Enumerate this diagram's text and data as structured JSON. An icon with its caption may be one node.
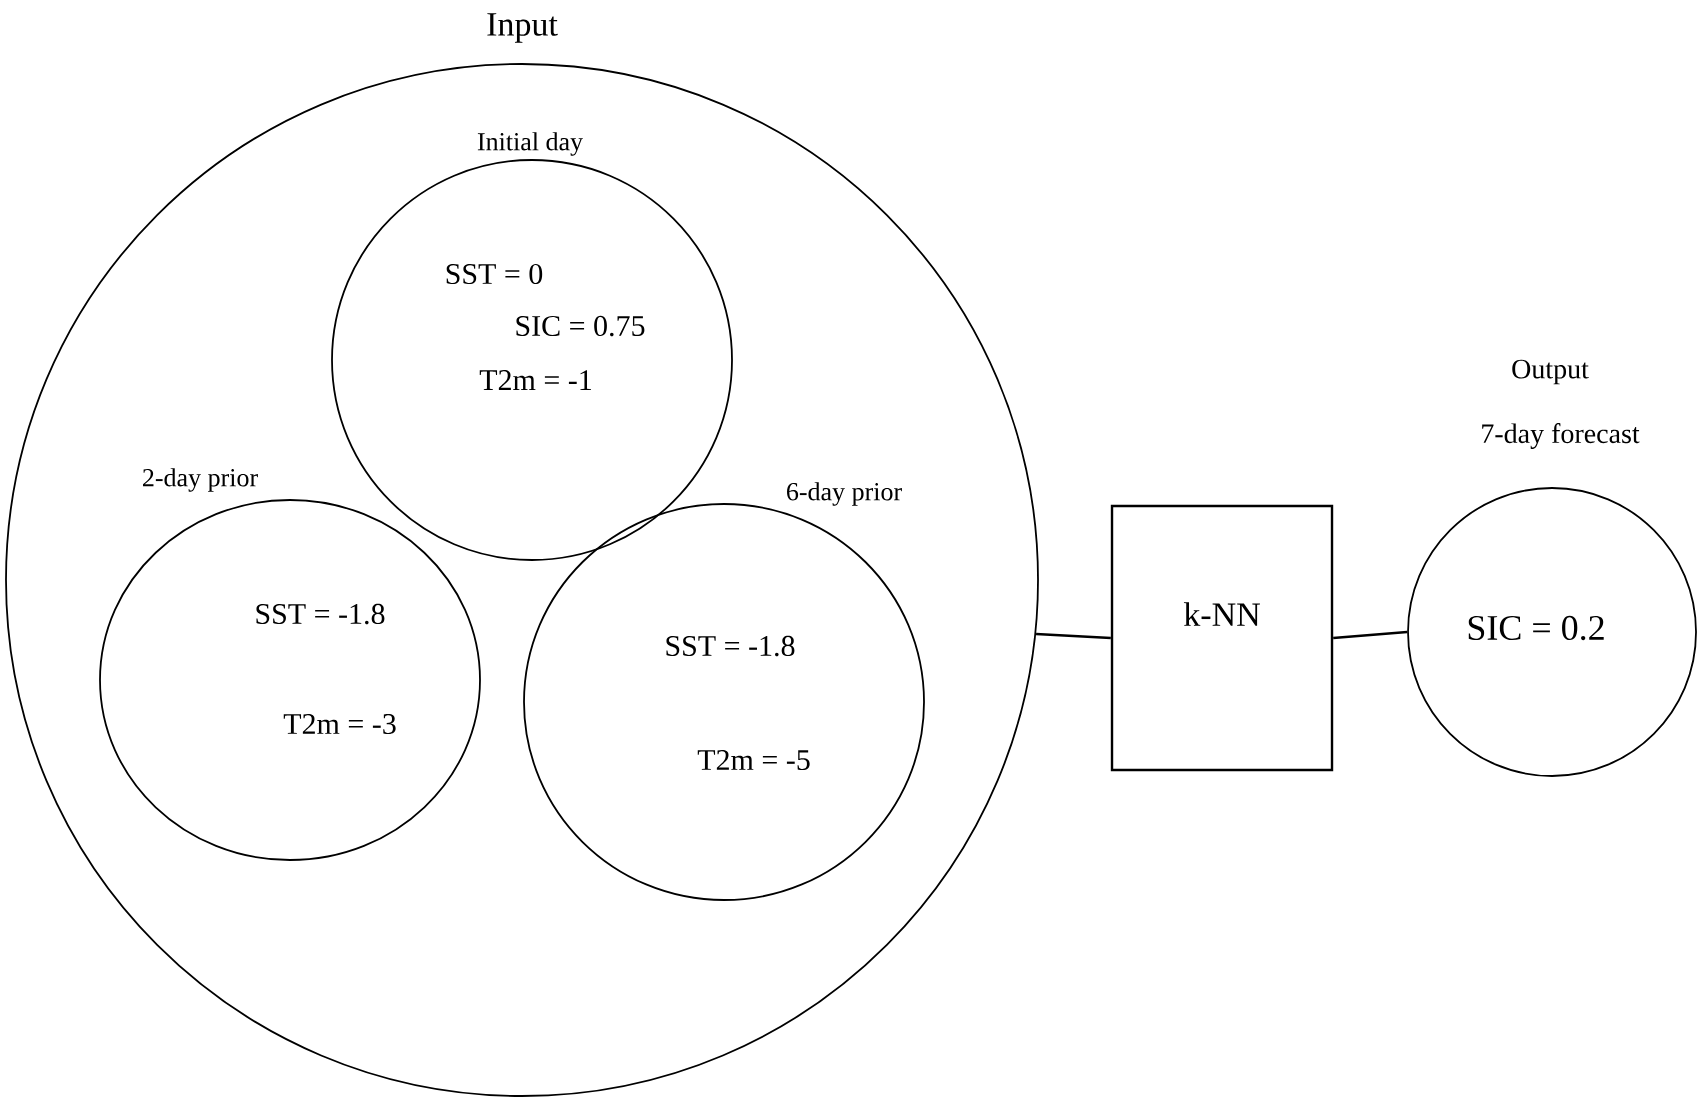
{
  "diagram": {
    "nodes": [
      {
        "text": [
          "Input"
        ]
      },
      {
        "text": [
          "Initial day",
          "SST = 0",
          "SIC = 0.75",
          "T2m = -1"
        ],
        "in": 0
      },
      {
        "text": [
          "2-day prior",
          "SST = -1.8",
          "T2m = -3"
        ],
        "in": 0
      },
      {
        "text": [
          "6-day prior",
          "SST = -1.8",
          "T2m = -5"
        ],
        "in": 0
      },
      {
        "text": [
          "k-NN"
        ]
      },
      {
        "text": [
          "Output",
          "7-day forecast",
          "SIC = 0.2"
        ]
      }
    ],
    "edges": [
      {
        "from": 0,
        "to": 4,
        "arrow": "none"
      },
      {
        "from": 4,
        "to": 5,
        "arrow": "none"
      }
    ]
  }
}
